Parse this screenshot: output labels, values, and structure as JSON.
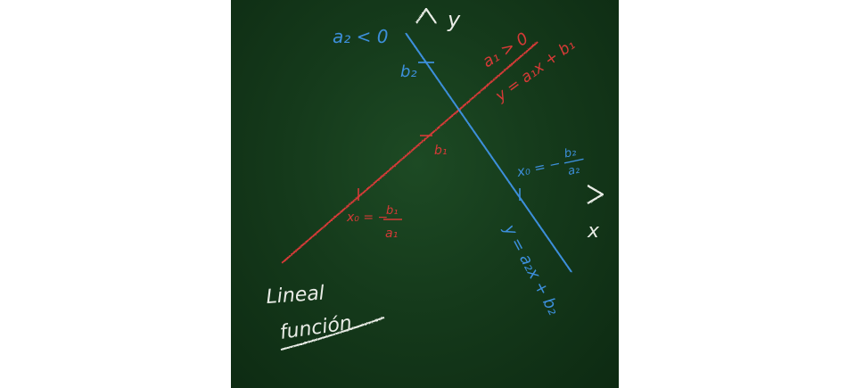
{
  "colors": {
    "board": "#153a1b",
    "chalk_white": "#e9ece6",
    "chalk_red": "#d63a37",
    "chalk_blue": "#3d8fdb"
  },
  "axes": {
    "x_label": "x",
    "y_label": "y"
  },
  "red_line": {
    "condition": "a₁ > 0",
    "equation": "y = a₁x + b₁",
    "intercept_label": "b₁",
    "root_label_left": "x₀ = −",
    "root_label_num": "b₁",
    "root_label_den": "a₁"
  },
  "blue_line": {
    "condition": "a₂ < 0",
    "equation": "y = a₂x + b₂",
    "intercept_label": "b₂",
    "root_label_left": "x₀ = −",
    "root_label_num": "b₂",
    "root_label_den": "a₂"
  },
  "caption": {
    "line1": "Lineal",
    "line2": "función"
  }
}
